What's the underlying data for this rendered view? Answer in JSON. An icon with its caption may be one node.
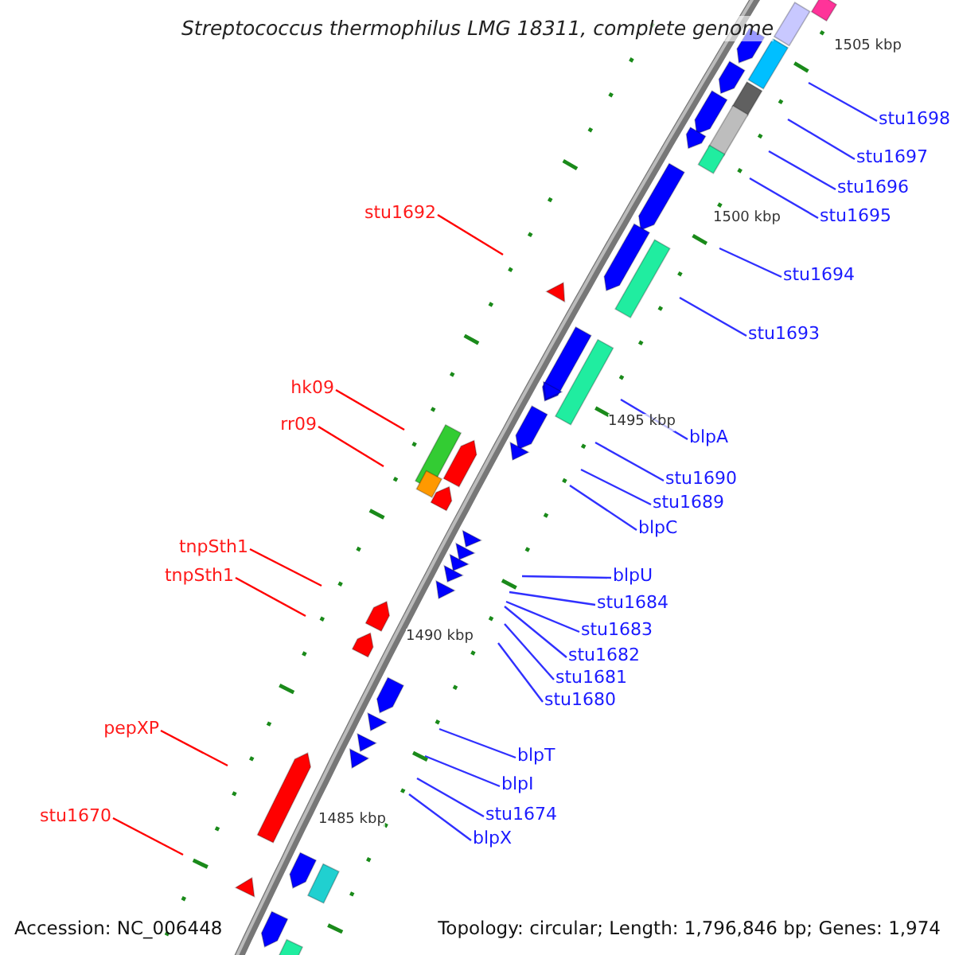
{
  "diagram": {
    "title": "Streptococcus thermophilus LMG 18311, complete genome",
    "nodes": [
      {
        "text": [
          "stu1698"
        ]
      },
      {
        "text": [
          "stu1697"
        ]
      },
      {
        "text": [
          "stu1696"
        ]
      },
      {
        "text": [
          "stu1692"
        ]
      },
      {
        "text": [
          "stu1695"
        ]
      },
      {
        "text": [
          "stu1694"
        ]
      },
      {
        "text": [
          "stu1693"
        ]
      },
      {
        "text": [
          "hk09"
        ]
      },
      {
        "text": [
          "rr09"
        ]
      },
      {
        "text": [
          "blpA"
        ]
      },
      {
        "text": [
          "stu1690"
        ]
      },
      {
        "text": [
          "stu1689"
        ]
      },
      {
        "text": [
          "blpC"
        ]
      },
      {
        "text": [
          "tnpSth1"
        ]
      },
      {
        "text": [
          "blpU"
        ]
      },
      {
        "text": [
          "tnpSth1"
        ]
      },
      {
        "text": [
          "stu1684"
        ]
      },
      {
        "text": [
          "stu1683"
        ]
      },
      {
        "text": [
          "stu1682"
        ]
      },
      {
        "text": [
          "stu1681"
        ]
      },
      {
        "text": [
          "stu1680"
        ]
      },
      {
        "text": [
          "pepXP"
        ]
      },
      {
        "text": [
          "blpT"
        ]
      },
      {
        "text": [
          "blpI"
        ]
      },
      {
        "text": [
          "stu1674"
        ]
      },
      {
        "text": [
          "stu1670"
        ]
      },
      {
        "text": [
          "blpX"
        ]
      }
    ],
    "edges": [
      {
        "from": 0,
        "to": null,
        "arrow": "none"
      },
      {
        "from": 1,
        "to": null,
        "arrow": "none"
      },
      {
        "from": 2,
        "to": null,
        "arrow": "none"
      },
      {
        "from": 3,
        "to": null,
        "arrow": "none",
        "color": "#ff0000"
      },
      {
        "from": 4,
        "to": null,
        "arrow": "none"
      },
      {
        "from": 5,
        "to": null,
        "arrow": "none"
      },
      {
        "from": 6,
        "to": null,
        "arrow": "none"
      },
      {
        "from": 7,
        "to": null,
        "arrow": "none",
        "color": "#ff0000"
      },
      {
        "from": 8,
        "to": null,
        "arrow": "none",
        "color": "#ff0000"
      },
      {
        "from": 9,
        "to": null,
        "arrow": "none"
      },
      {
        "from": 10,
        "to": null,
        "arrow": "none"
      },
      {
        "from": 11,
        "to": null,
        "arrow": "none"
      },
      {
        "from": 12,
        "to": null,
        "arrow": "none"
      },
      {
        "from": 13,
        "to": null,
        "arrow": "none",
        "color": "#ff0000"
      },
      {
        "from": 14,
        "to": null,
        "arrow": "none"
      },
      {
        "from": 15,
        "to": null,
        "arrow": "none",
        "color": "#ff0000"
      },
      {
        "from": 16,
        "to": null,
        "arrow": "none"
      },
      {
        "from": 17,
        "to": null,
        "arrow": "none"
      },
      {
        "from": 18,
        "to": null,
        "arrow": "none"
      },
      {
        "from": 19,
        "to": null,
        "arrow": "none"
      },
      {
        "from": 20,
        "to": null,
        "arrow": "none"
      },
      {
        "from": 21,
        "to": null,
        "arrow": "none",
        "color": "#ff0000"
      },
      {
        "from": 22,
        "to": null,
        "arrow": "none"
      },
      {
        "from": 23,
        "to": null,
        "arrow": "none"
      },
      {
        "from": 24,
        "to": null,
        "arrow": "none"
      },
      {
        "from": 25,
        "to": null,
        "arrow": "none",
        "color": "#ff0000"
      },
      {
        "from": 26,
        "to": null,
        "arrow": "none"
      }
    ],
    "labels": [
      "1505 kbp",
      "1500 kbp",
      "1495 kbp",
      "1490 kbp",
      "1485 kbp",
      "Accession: NC_006448",
      "Topology: circular; Length: 1,796,846 bp; Genes: 1,974"
    ]
  }
}
